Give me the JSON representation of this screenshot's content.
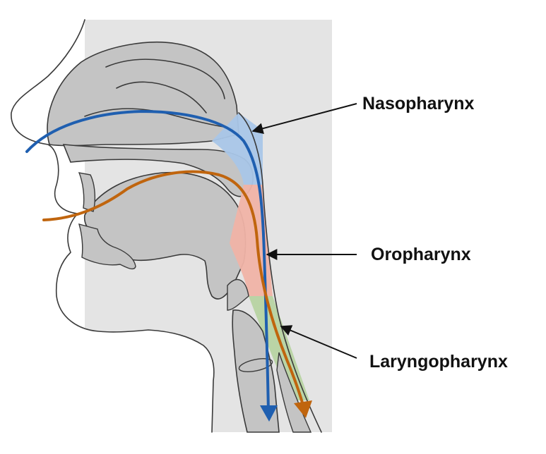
{
  "labels": {
    "nasopharynx": "Nasopharynx",
    "oropharynx": "Oropharynx",
    "laryngopharynx": "Laryngopharynx"
  },
  "colors": {
    "background_panel": "#e4e4e4",
    "tissue": "#bdbdbd",
    "nasopharynx_region": "#a9c6e8",
    "oropharynx_region": "#f0b3a6",
    "laryngopharynx_region": "#b7d3a2",
    "air_path": "#1f5fb0",
    "food_path": "#c0650e",
    "outline": "#3a3a3a"
  },
  "icons": {
    "air_arrow": "arrow-down-icon",
    "food_arrow": "arrow-down-icon"
  }
}
